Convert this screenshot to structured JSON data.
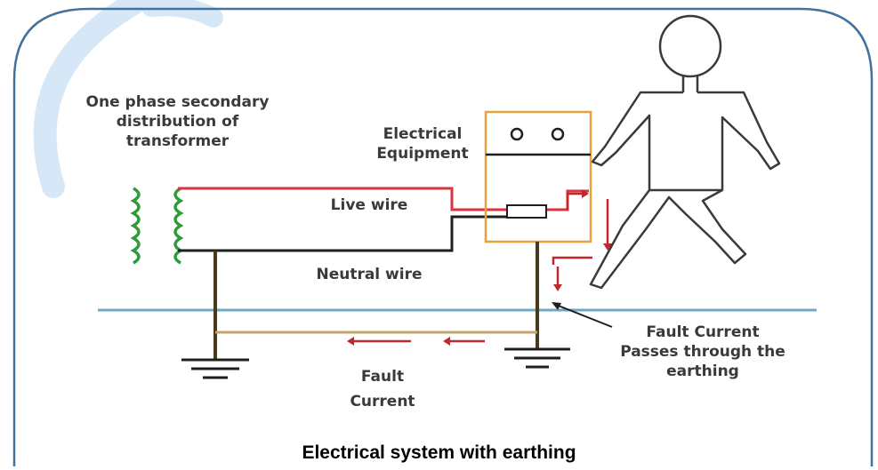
{
  "labels": {
    "transformer": [
      "One phase secondary",
      "distribution of",
      "transformer"
    ],
    "equipment": [
      "Electrical",
      "Equipment"
    ],
    "live_wire": "Live wire",
    "neutral_wire": "Neutral wire",
    "fault_current_right": [
      "Fault Current",
      "Passes through the",
      "earthing"
    ],
    "fault_current_bottom": [
      "Fault",
      "Current"
    ]
  },
  "caption": "Electrical system with earthing",
  "colors": {
    "frame": "#41719c",
    "live": "#d9363e",
    "neutral": "#1f1f1f",
    "earth_pole": "#4a3a1c",
    "earth_line": "#c4a46a",
    "ground": "#6fa8c7",
    "equipment_box": "#e8a03c",
    "transformer_coil": "#2e9b3a",
    "fault_arrow": "#c0282d",
    "person": "#3a3a3a",
    "watermark": "#d6e8f7"
  }
}
